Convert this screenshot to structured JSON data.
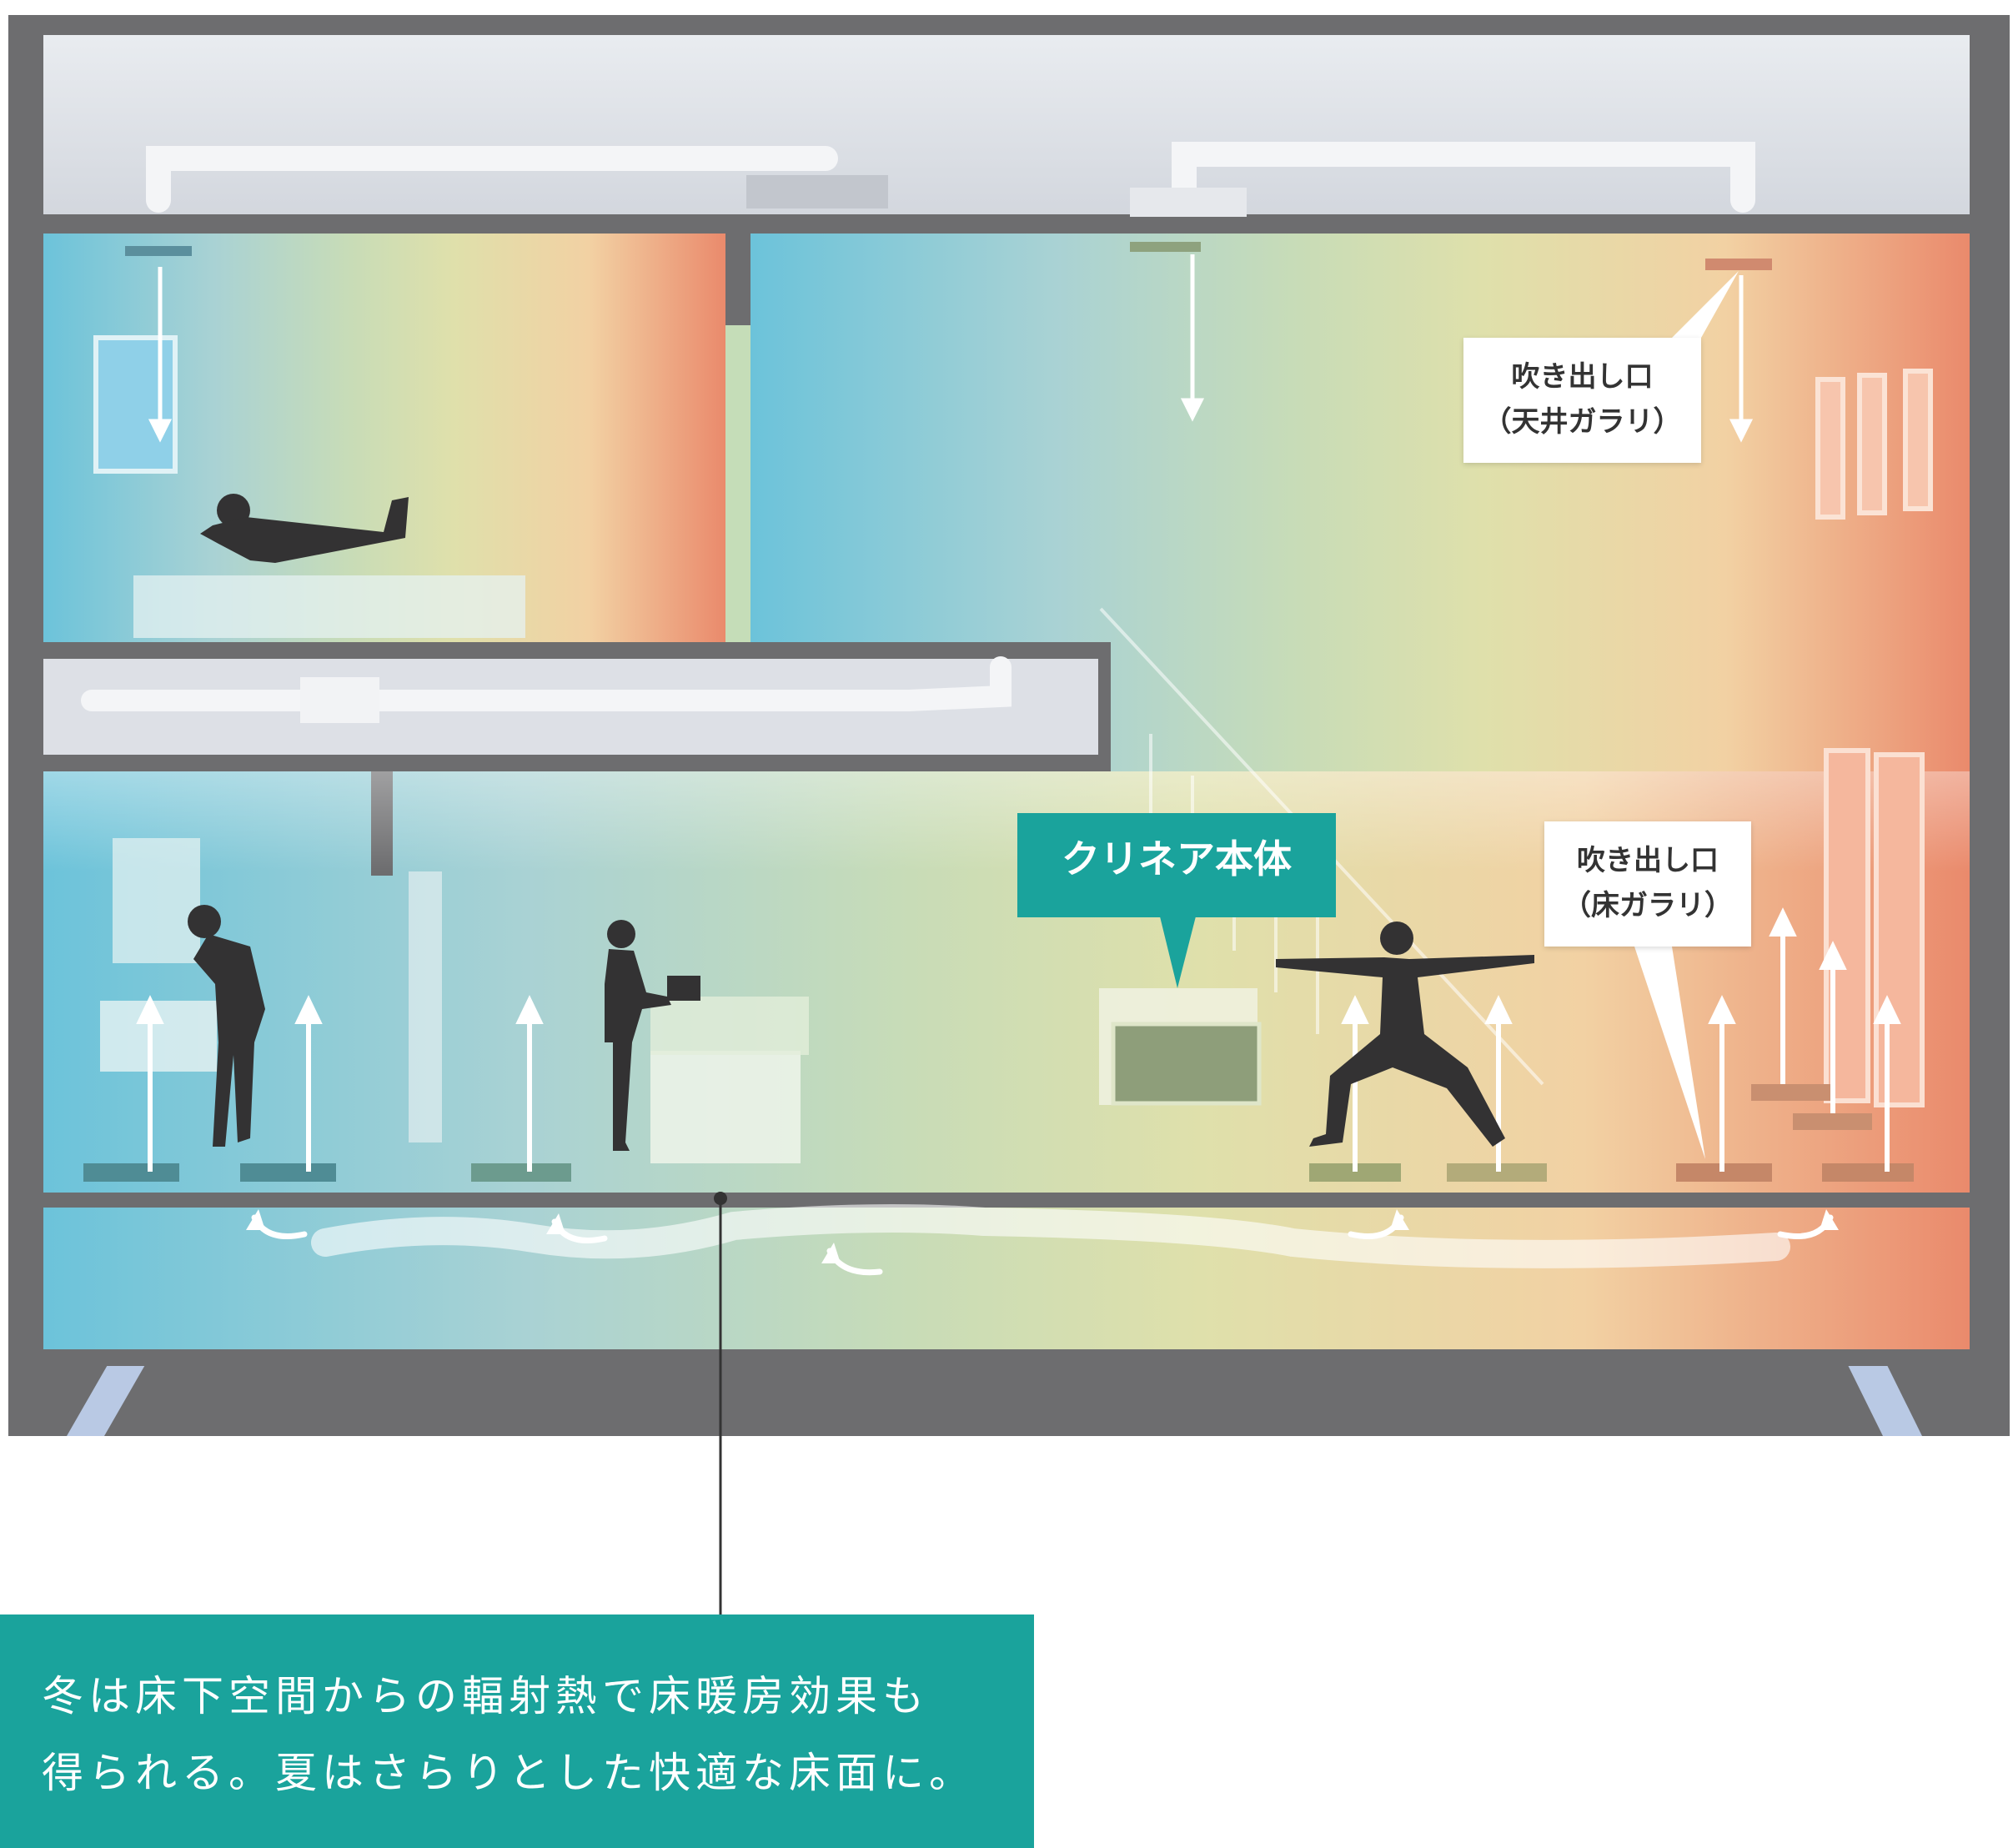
{
  "labels": {
    "ceiling_outlet_line1": "吹き出し口",
    "ceiling_outlet_line2": "（天井ガラリ）",
    "floor_outlet_line1": "吹き出し口",
    "floor_outlet_line2": "（床ガラリ）",
    "unit": "クリネア本体"
  },
  "caption": {
    "line1": "冬は床下空間からの輻射熱で床暖房効果も",
    "line2": "得られる。夏はさらりとした快適な床面に。"
  },
  "colors": {
    "frame": "#6d6d6f",
    "cool": "#6cc3da",
    "mid": "#c9dcae",
    "warm": "#f2a67d",
    "hot": "#ea8a6c",
    "accent": "#1aa39c",
    "unit": "#8e9e7a"
  }
}
